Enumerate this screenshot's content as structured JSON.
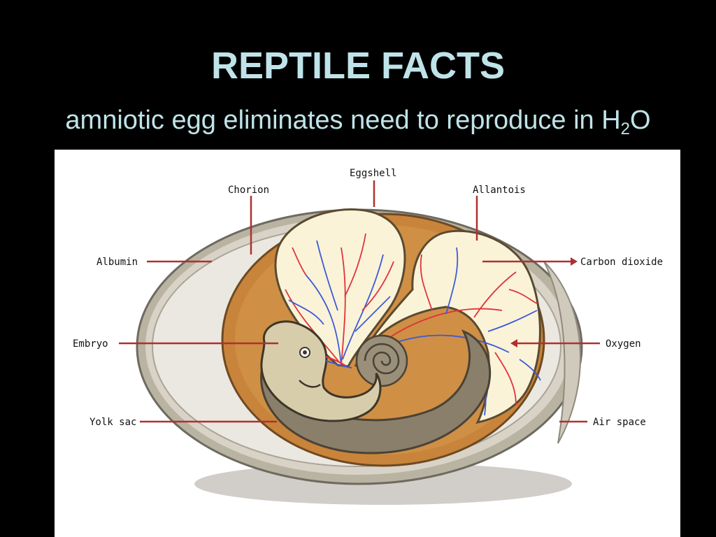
{
  "slide": {
    "title": "REPTILE FACTS",
    "subtitle_main": "amniotic egg eliminates need to reproduce in H",
    "subtitle_sub": "2",
    "subtitle_end": "O"
  },
  "diagram": {
    "labels": {
      "eggshell": "Eggshell",
      "chorion": "Chorion",
      "allantois": "Allantois",
      "albumin": "Albumin",
      "carbon_dioxide": "Carbon dioxide",
      "embryo": "Embryo",
      "oxygen": "Oxygen",
      "yolk_sac": "Yolk sac",
      "air_space": "Air space"
    },
    "colors": {
      "background": "#000000",
      "title_text": "#bfe3e8",
      "shell": "#c9c3b2",
      "albumin": "#ebe8e1",
      "chorion": "#c8843a",
      "allantois": "#fbf3d8",
      "embryo": "#d8cdaa",
      "yolk_sac": "#8a7f6a",
      "pointer_line": "#b03030",
      "artery": "#e0323c",
      "vein": "#3c5ad8"
    }
  }
}
